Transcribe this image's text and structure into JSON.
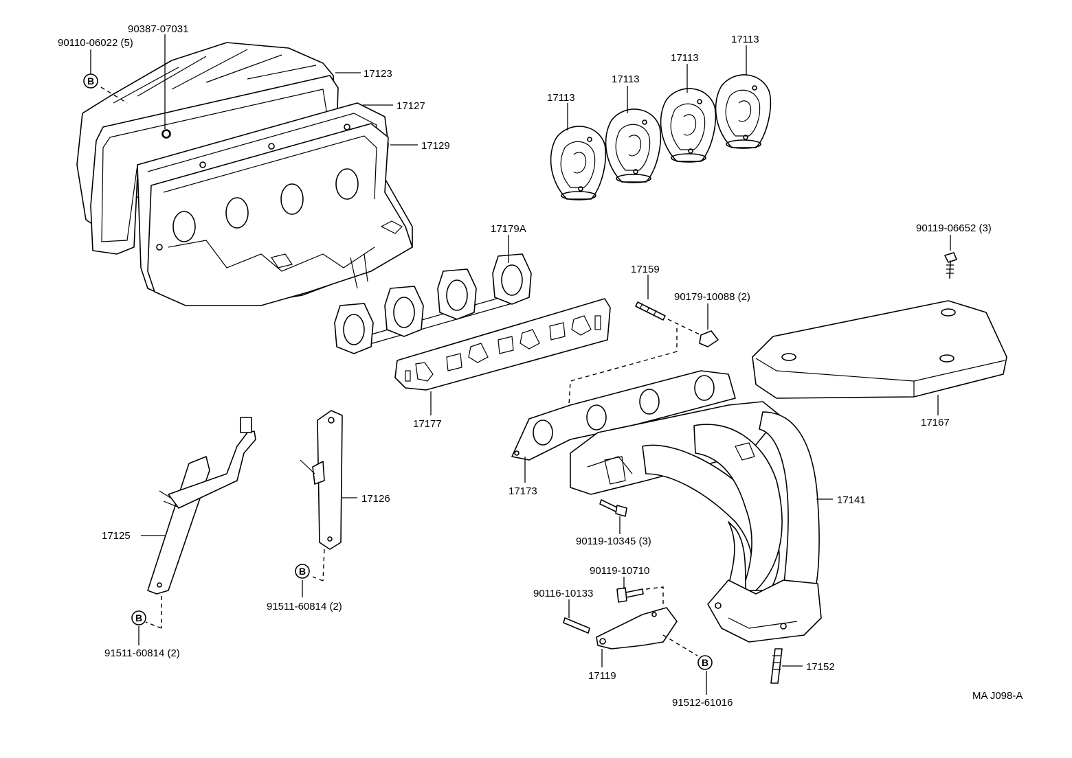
{
  "labels": {
    "p90110": "90110-06022 (5)",
    "p90387": "90387-07031",
    "p17123": "17123",
    "p17127": "17127",
    "p17129": "17129",
    "p17113a": "17113",
    "p17113b": "17113",
    "p17113c": "17113",
    "p17113d": "17113",
    "p17179A": "17179A",
    "p90119_06652": "90119-06652 (3)",
    "p17159": "17159",
    "p90179": "90179-10088 (2)",
    "p17177": "17177",
    "p17167": "17167",
    "p17173": "17173",
    "p17141": "17141",
    "p17126": "17126",
    "p17125": "17125",
    "p90119_10345": "90119-10345 (3)",
    "p90119_10710": "90119-10710",
    "p90116": "90116-10133",
    "p91511a": "91511-60814 (2)",
    "p91511b": "91511-60814 (2)",
    "p17119": "17119",
    "p91512": "91512-61016",
    "p17152": "17152",
    "diagram_code": "MA J098-A"
  },
  "badge_letter": "B"
}
